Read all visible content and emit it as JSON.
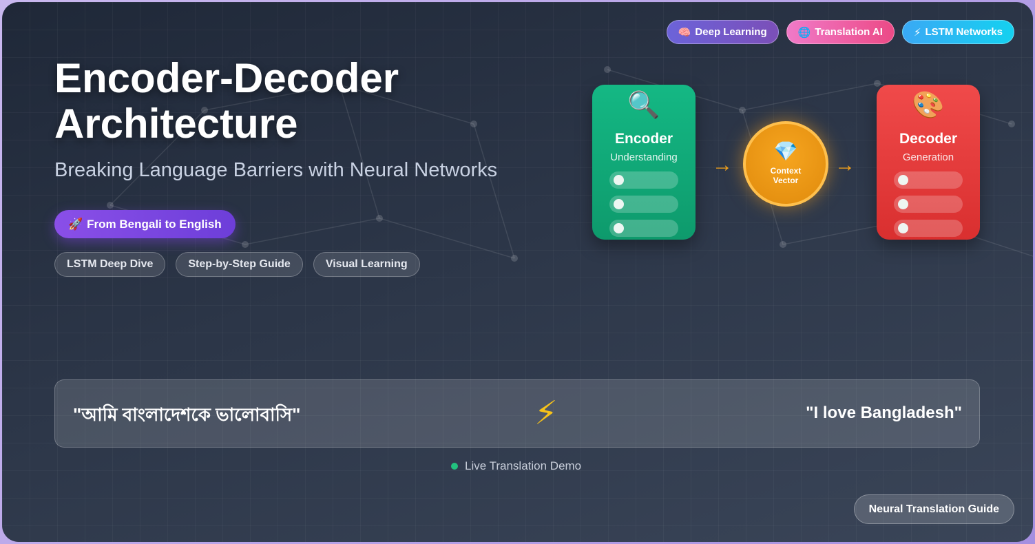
{
  "tags": [
    {
      "icon": "🧠",
      "label": "Deep Learning"
    },
    {
      "icon": "🌐",
      "label": "Translation AI"
    },
    {
      "icon": "⚡",
      "label": "LSTM Networks"
    }
  ],
  "hero": {
    "title_line1": "Encoder-Decoder",
    "title_line2": "Architecture",
    "subtitle": "Breaking Language Barriers with Neural Networks",
    "cta_icon": "🚀",
    "cta_label": "From Bengali to English",
    "pills": [
      "LSTM Deep Dive",
      "Step-by-Step Guide",
      "Visual Learning"
    ]
  },
  "diagram": {
    "encoder": {
      "icon": "🔍",
      "name": "Encoder",
      "sub": "Understanding"
    },
    "context": {
      "icon": "💎",
      "label": "Context Vector"
    },
    "decoder": {
      "icon": "🎨",
      "name": "Decoder",
      "sub": "Generation"
    },
    "arrow": "→"
  },
  "demo": {
    "source": "\"আমি বাংলাদেশকে ভালোবাসি\"",
    "bolt": "⚡",
    "target": "\"I love Bangladesh\"",
    "status": "Live Translation Demo"
  },
  "footer": {
    "guide_label": "Neural Translation Guide"
  },
  "colors": {
    "encoder": "#10b07c",
    "decoder": "#e53b3b",
    "context": "#f39c12",
    "cta": "#7c48e2",
    "live_dot": "#22c27f"
  }
}
